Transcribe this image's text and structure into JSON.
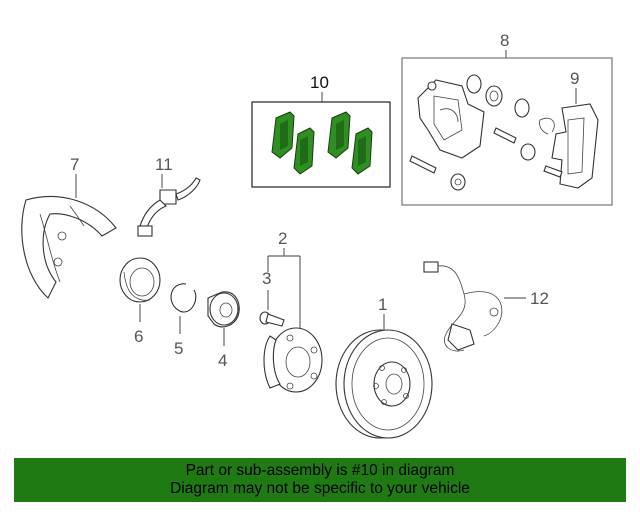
{
  "callouts": {
    "c1": "1",
    "c2": "2",
    "c3": "3",
    "c4": "4",
    "c5": "5",
    "c6": "6",
    "c7": "7",
    "c8": "8",
    "c9": "9",
    "c10": "10",
    "c11": "11",
    "c12": "12"
  },
  "banner": {
    "line1": "Part or sub-assembly is #10 in diagram",
    "line2": "Diagram may not be specific to your vehicle"
  },
  "colors": {
    "highlight_pad": "#2f8f22",
    "banner_bg": "#1f7a14"
  }
}
